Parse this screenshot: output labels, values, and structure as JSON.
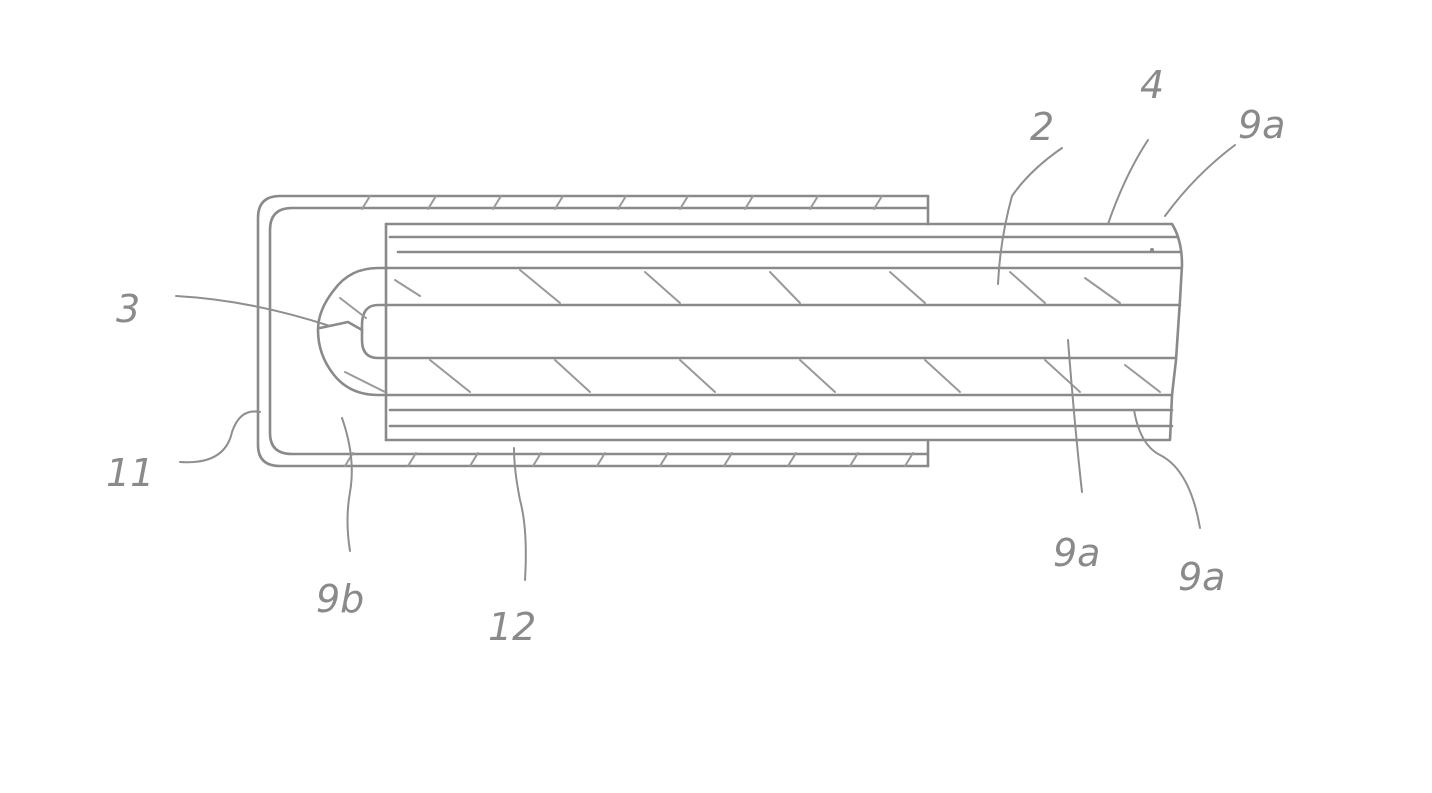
{
  "figure": {
    "reference_numerals": {
      "n2": "2",
      "n4": "4",
      "n9a_top": "9a",
      "n3": "3",
      "n11": "11",
      "n9b": "9b",
      "n12": "12",
      "n9a_mid": "9a",
      "n9a_bottom": "9a"
    }
  }
}
